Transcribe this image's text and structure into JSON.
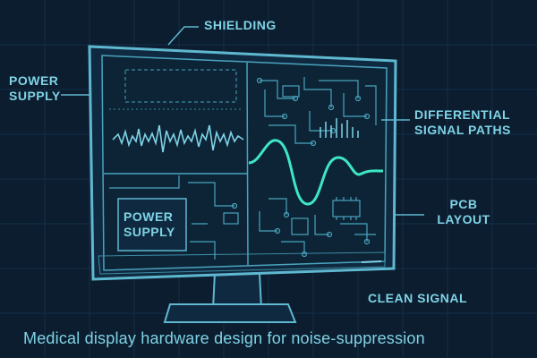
{
  "labels": {
    "shielding": "SHIELDING",
    "power_supply_left": "POWER SUPPLY",
    "differential_signal_paths": "DIFFERENTIAL SIGNAL PATHS",
    "pcb_layout": "PCB LAYOUT",
    "clean_signal": "CLEAN SIGNAL",
    "power_supply_inner": "POWER SUPPLY"
  },
  "caption": "Medical display hardware design for noise-suppression",
  "colors": {
    "background": "#0b1d2e",
    "line": "#5fb8d0",
    "text": "#7fd3e6",
    "clean_wave": "#3ee6c4",
    "noisy_wave": "#7fd3e6"
  }
}
